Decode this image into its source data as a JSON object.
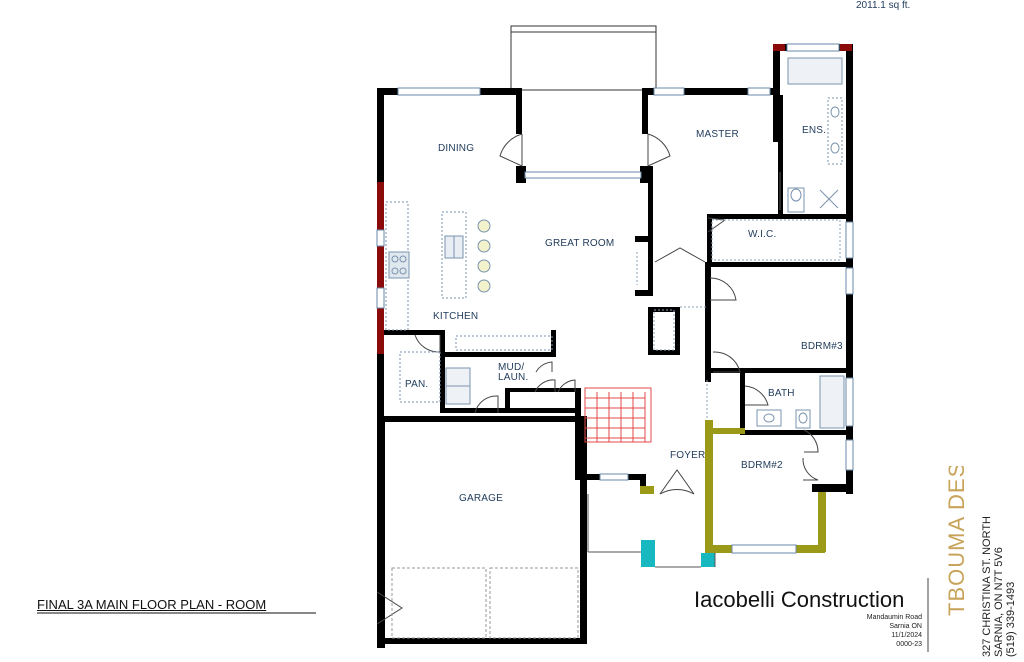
{
  "header": {
    "area": "2011.1 sq ft."
  },
  "rooms": {
    "dining": "DINING",
    "great_room": "GREAT ROOM",
    "kitchen": "KITCHEN",
    "master": "MASTER",
    "ens": "ENS.",
    "wic": "W.I.C.",
    "bdrm3": "BDRM#3",
    "bath": "BATH",
    "bdrm2": "BDRM#2",
    "foyer": "FOYER",
    "mud_1": "MUD/",
    "mud_2": "LAUN.",
    "pantry": "PAN.",
    "garage": "GARAGE"
  },
  "title_block": {
    "plan_title": "FINAL 3A MAIN FLOOR PLAN - ROOM",
    "builder": "Iacobelli Construction",
    "road": "Mandaumin Road",
    "city": "Sarnia ON",
    "date": "11/1/2024",
    "job_number": "0000-23"
  },
  "designer": {
    "name": "TBOUMA DESIGN",
    "address_1": "327 CHRISTINA ST. NORTH",
    "address_2": "SARNIA, ON N7T 5V6",
    "phone": "(519) 339-1493"
  },
  "colors": {
    "wall": "#000000",
    "red_wall": "#8b0a0a",
    "olive_wall": "#9a9a18",
    "teal_post": "#18b8c0",
    "stair": "#e04a4a",
    "text": "#1f3a5a",
    "logo": "#c8a45a"
  }
}
